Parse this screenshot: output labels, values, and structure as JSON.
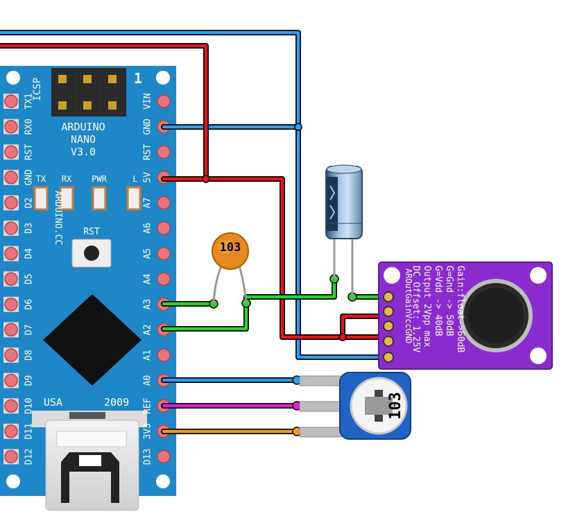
{
  "board": {
    "name_line1": "ARDUINO",
    "name_line2": "NANO",
    "name_line3": "V3.0",
    "icsp_label": "ICSP",
    "icsp_pin1": "1",
    "website": "ARDUINO.CC",
    "rst_button_label": "RST",
    "leds": [
      "TX",
      "RX",
      "PWR",
      "L"
    ],
    "country": "USA",
    "year": "2009",
    "left_pins": [
      "TX1",
      "RX0",
      "RST",
      "GND",
      "D2",
      "D3",
      "D4",
      "D5",
      "D6",
      "D7",
      "D8",
      "D9",
      "D10",
      "D11",
      "D12"
    ],
    "right_pins": [
      "VIN",
      "GND",
      "RST",
      "5V",
      "A7",
      "A6",
      "A5",
      "A4",
      "A3",
      "A2",
      "A1",
      "A0",
      "REF",
      "3V3",
      "D13"
    ]
  },
  "ceramic_capacitor": {
    "code": "103"
  },
  "mic_module": {
    "pins": [
      "AR",
      "Out",
      "Gain",
      "Vcc",
      "GND"
    ],
    "lines": [
      "Gain:float->60dB",
      "G=Gnd -> 50dB",
      "G=Vdd -> 40dB",
      "Output 2Vpp max",
      "DC Offset: 1.25V"
    ]
  },
  "potentiometer": {
    "marking": "103"
  },
  "colors": {
    "red_wire": "#e8141b",
    "blue_wire": "#2a9df4",
    "green_wire": "#27d427",
    "magenta_wire": "#e01ed9",
    "orange_wire": "#f39c12",
    "board_blue": "#1d87c8",
    "module_purple": "#8a2bd0"
  }
}
